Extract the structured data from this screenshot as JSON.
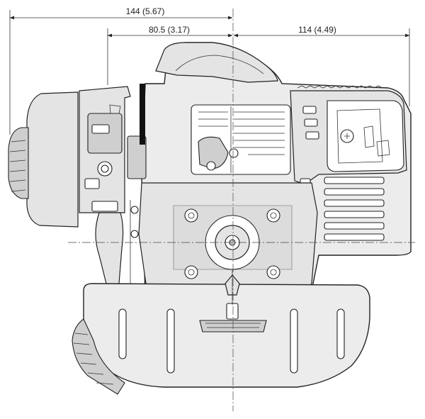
{
  "dimensions": {
    "overall": {
      "label": "144  (5.67)"
    },
    "left_of_center": {
      "label": "80.5  (3.17)"
    },
    "right_of_center": {
      "label": "114  (4.49)"
    }
  },
  "colors": {
    "line": "#222222",
    "body": "#ececec",
    "shade": "#cfcfcf",
    "background": "#ffffff"
  }
}
